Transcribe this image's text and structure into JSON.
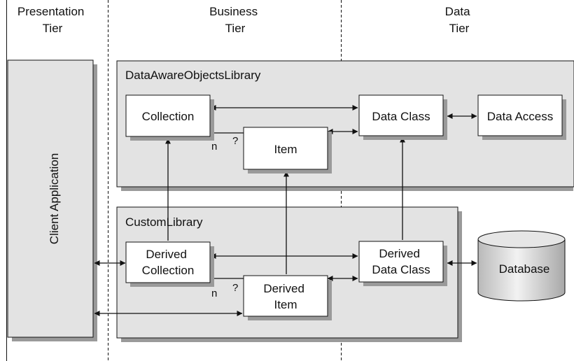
{
  "tiers": {
    "presentation": [
      "Presentation",
      "Tier"
    ],
    "business": [
      "Business",
      "Tier"
    ],
    "data": [
      "Data",
      "Tier"
    ]
  },
  "containers": {
    "library": "DataAwareObjectsLibrary",
    "custom": "CustomLibrary",
    "client": "Client Application"
  },
  "boxes": {
    "collection": [
      "Collection"
    ],
    "item": [
      "Item"
    ],
    "data_class": [
      "Data Class"
    ],
    "data_access": [
      "Data Access"
    ],
    "derived_collection": [
      "Derived",
      "Collection"
    ],
    "derived_item": [
      "Derived",
      "Item"
    ],
    "derived_data_class": [
      "Derived",
      "Data Class"
    ],
    "database": [
      "Database"
    ]
  },
  "multiplicity": {
    "n_top": "n",
    "q_top": "?",
    "n_bottom": "n",
    "q_bottom": "?"
  },
  "colors": {
    "panel": "#e3e3e3",
    "box": "#ffffff",
    "shadow": "#9a9a9a",
    "line": "#111111"
  }
}
